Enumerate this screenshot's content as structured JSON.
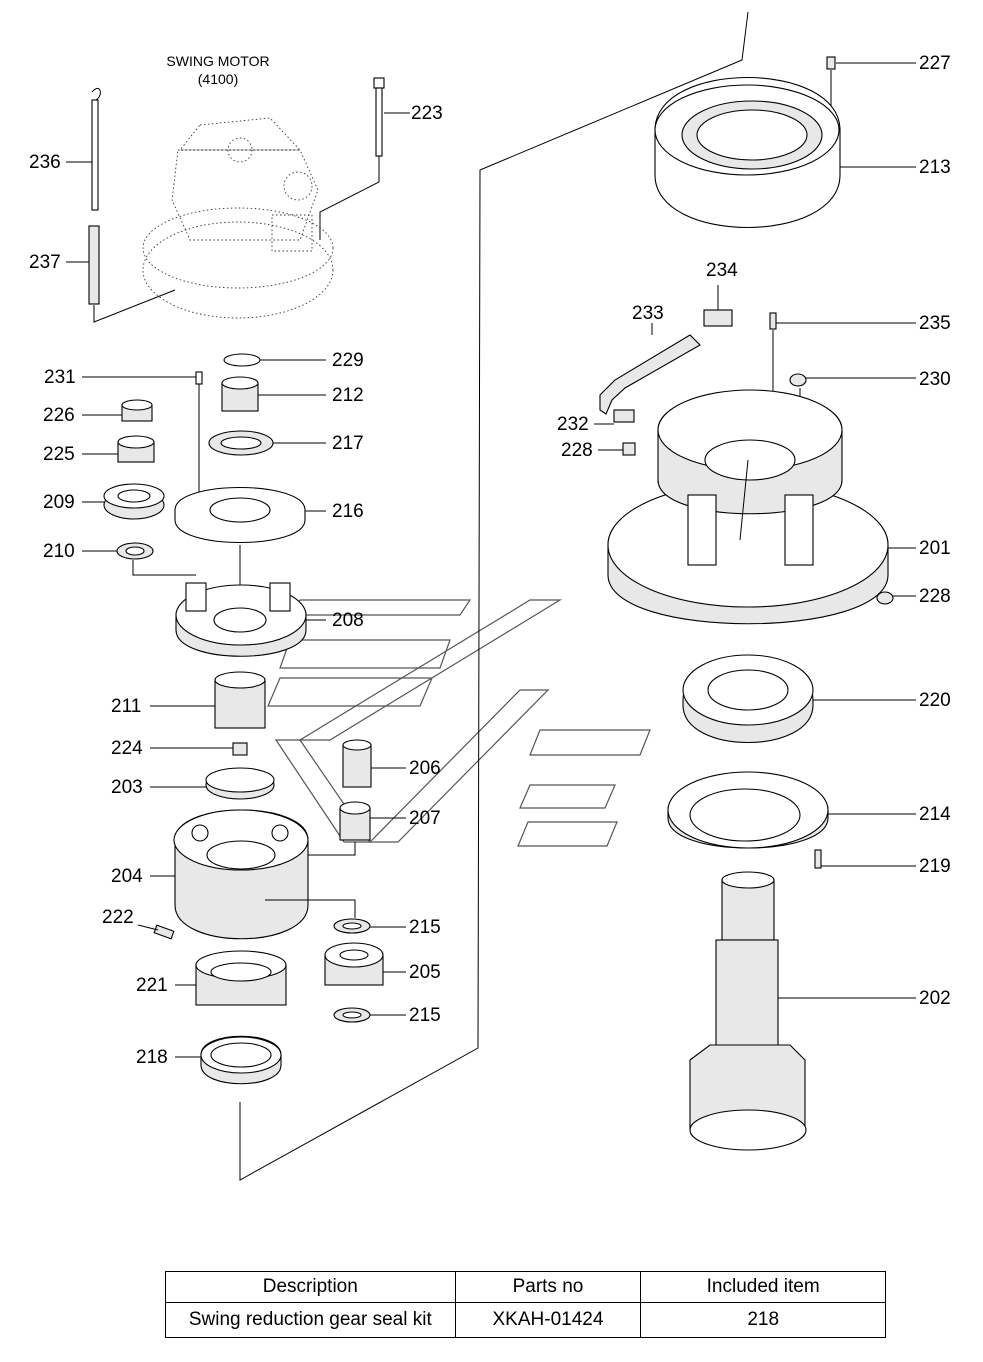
{
  "title": "SWING MOTOR",
  "subtitle": "(4100)",
  "callouts": [
    "227",
    "213",
    "223",
    "236",
    "237",
    "234",
    "233",
    "235",
    "230",
    "229",
    "231",
    "212",
    "232",
    "228",
    "226",
    "217",
    "225",
    "216",
    "209",
    "201",
    "210",
    "228",
    "208",
    "220",
    "211",
    "224",
    "206",
    "203",
    "207",
    "214",
    "204",
    "219",
    "222",
    "215",
    "205",
    "221",
    "215",
    "202",
    "218"
  ],
  "table": {
    "headers": [
      "Description",
      "Parts no",
      "Included item"
    ],
    "row": [
      "Swing reduction gear seal kit",
      "XKAH-01424",
      "218"
    ]
  }
}
